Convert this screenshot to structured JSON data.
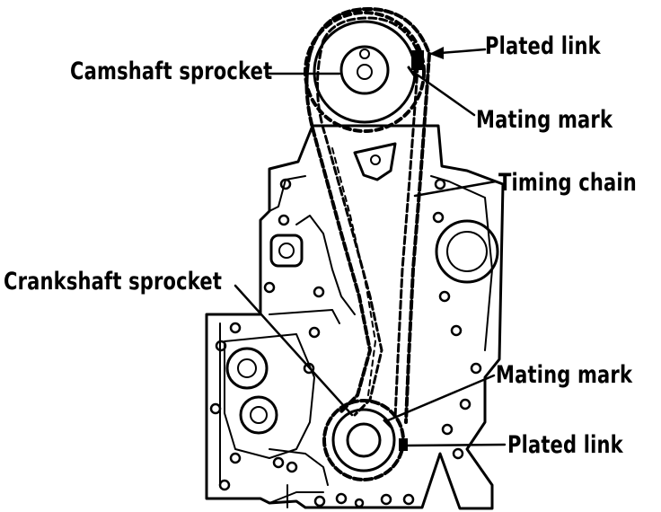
{
  "labels": {
    "plated_link_top": "Plated link",
    "camshaft_sprocket": "Camshaft sprocket",
    "mating_mark_top": "Mating mark",
    "timing_chain": "Timing chain",
    "crankshaft_sprocket": "Crankshaft sprocket",
    "mating_mark_bottom": "Mating mark",
    "plated_link_bottom": "Plated link"
  },
  "colors": {
    "ink": "#000000",
    "paper": "#ffffff"
  }
}
